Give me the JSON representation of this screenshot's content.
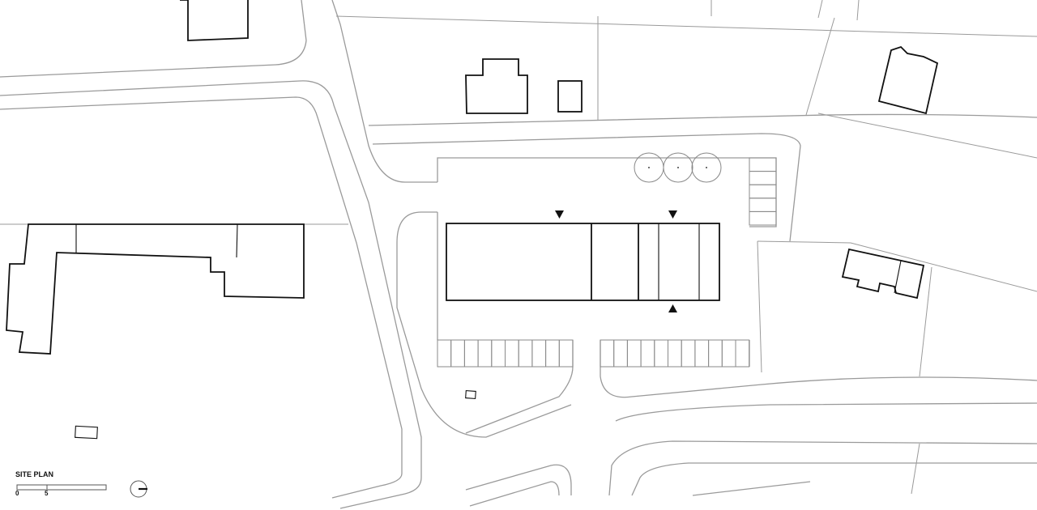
{
  "title": "SITE PLAN",
  "scale_bar": {
    "ticks": [
      "0",
      "5"
    ]
  },
  "icons": {
    "north_arrow": "north-arrow-icon",
    "entrance": "entrance-triangle-icon"
  },
  "colors": {
    "building": "#111111",
    "roads": "#9a9a9a",
    "background": "#ffffff"
  }
}
